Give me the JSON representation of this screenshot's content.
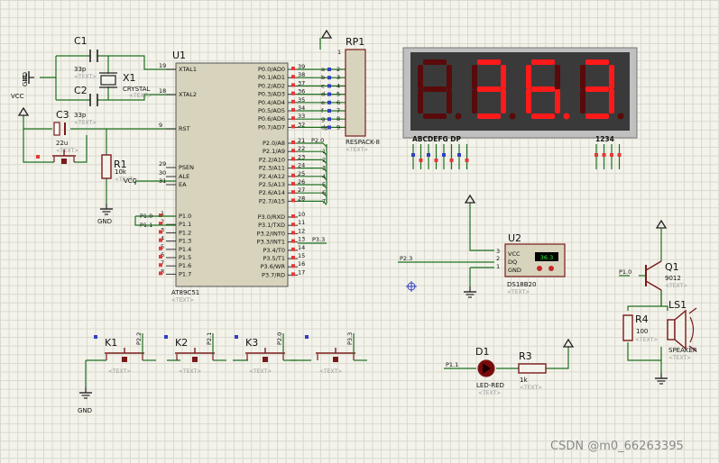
{
  "mcu": {
    "ref": "U1",
    "part": "AT89C51",
    "text": "<TEXT>",
    "left_pins": [
      [
        "19",
        "XTAL1"
      ],
      [
        "18",
        "XTAL2"
      ],
      [
        "9",
        "RST"
      ],
      [
        "29",
        "PSEN"
      ],
      [
        "30",
        "ALE"
      ],
      [
        "31",
        "EA"
      ]
    ],
    "p0": [
      "P0.0/AD0",
      "P0.1/AD1",
      "P0.2/AD2",
      "P0.3/AD3",
      "P0.4/AD4",
      "P0.5/AD5",
      "P0.6/AD6",
      "P0.7/AD7"
    ],
    "p0_nums": [
      "39",
      "38",
      "37",
      "36",
      "35",
      "34",
      "33",
      "32"
    ],
    "p0_nets": [
      "a",
      "b",
      "c",
      "d",
      "e",
      "f",
      "g",
      "dp"
    ],
    "p0_rp": [
      "2",
      "3",
      "4",
      "5",
      "6",
      "7",
      "8",
      "9"
    ],
    "p2": [
      "P2.0/A8",
      "P2.1/A9",
      "P2.2/A10",
      "P2.3/A11",
      "P2.4/A12",
      "P2.5/A13",
      "P2.6/A14",
      "P2.7/A15"
    ],
    "p2_nums": [
      "21",
      "22",
      "23",
      "24",
      "25",
      "26",
      "27",
      "28"
    ],
    "p2_net": "P2.0",
    "p2_ids": [
      "",
      "1",
      "2",
      "3",
      "4",
      "5",
      "6",
      "7"
    ],
    "p1": [
      "P1.0",
      "P1.1",
      "P1.2",
      "P1.3",
      "P1.4",
      "P1.5",
      "P1.6",
      "P1.7"
    ],
    "p1_nums": [
      "1",
      "2",
      "3",
      "4",
      "5",
      "6",
      "7",
      "8"
    ],
    "p3": [
      "P3.0/RXD",
      "P3.1/TXD",
      "P3.2/INT0",
      "P3.3/INT1",
      "P3.4/T0",
      "P3.5/T1",
      "P3.6/WR",
      "P3.7/RD"
    ],
    "p3_nums": [
      "10",
      "11",
      "12",
      "13",
      "14",
      "15",
      "16",
      "17"
    ],
    "p3_net": "P3.3",
    "p1_net0": "P1.0",
    "p1_net1": "P1.1"
  },
  "c1": {
    "ref": "C1",
    "val": "33p",
    "text": "<TEXT>"
  },
  "c2": {
    "ref": "C2",
    "val": "33p",
    "text": "<TEXT>"
  },
  "c3": {
    "ref": "C3",
    "val": "22u",
    "text": "<TEXT>"
  },
  "x1": {
    "ref": "X1",
    "val": "CRYSTAL",
    "text": "<TEXT>"
  },
  "r1": {
    "ref": "R1",
    "val": "10k",
    "text": "<TEXT>"
  },
  "rp1": {
    "ref": "RP1",
    "val": "RESPACK-8",
    "text": "<TEXT>",
    "pin1": "1"
  },
  "display": {
    "digits": [
      "",
      "3",
      "6.",
      "3"
    ],
    "seg_label": "ABCDEFG  DP",
    "dig_label": "1234"
  },
  "u2": {
    "ref": "U2",
    "part": "DS18B20",
    "text": "<TEXT>",
    "pins": [
      "VCC",
      "DQ",
      "GND"
    ],
    "nums": [
      "3",
      "2",
      "1"
    ],
    "reading": "36.3",
    "net": "P2.3"
  },
  "q1": {
    "ref": "Q1",
    "val": "9012",
    "text": "<TEXT>",
    "net": "P1.0"
  },
  "r4": {
    "ref": "R4",
    "val": "100",
    "text": "<TEXT>"
  },
  "ls1": {
    "ref": "LS1",
    "val": "SPEAKER",
    "text": "<TEXT>"
  },
  "d1": {
    "ref": "D1",
    "val": "LED-RED",
    "text": "<TEXT>",
    "net": "P1.1"
  },
  "r3": {
    "ref": "R3",
    "val": "1k",
    "text": "<TEXT>"
  },
  "keys": [
    {
      "ref": "K1",
      "net": "P2.2"
    },
    {
      "ref": "K2",
      "net": "P2.1"
    },
    {
      "ref": "K3",
      "net": "P2.0"
    },
    {
      "ref": "",
      "net": "P3.3"
    }
  ],
  "gnd_label": "GND",
  "vcc_label": "VCC",
  "key_text": "<TEXT>",
  "watermark": "CSDN @m0_66263395",
  "colors": {
    "wire": "#1f6f1f",
    "body": "#d8d3bc",
    "component": "#7a1a1a",
    "segment_on": "#ff1a1a",
    "segment_off": "#5a0a0a",
    "display_bg": "#3a3a3a"
  }
}
